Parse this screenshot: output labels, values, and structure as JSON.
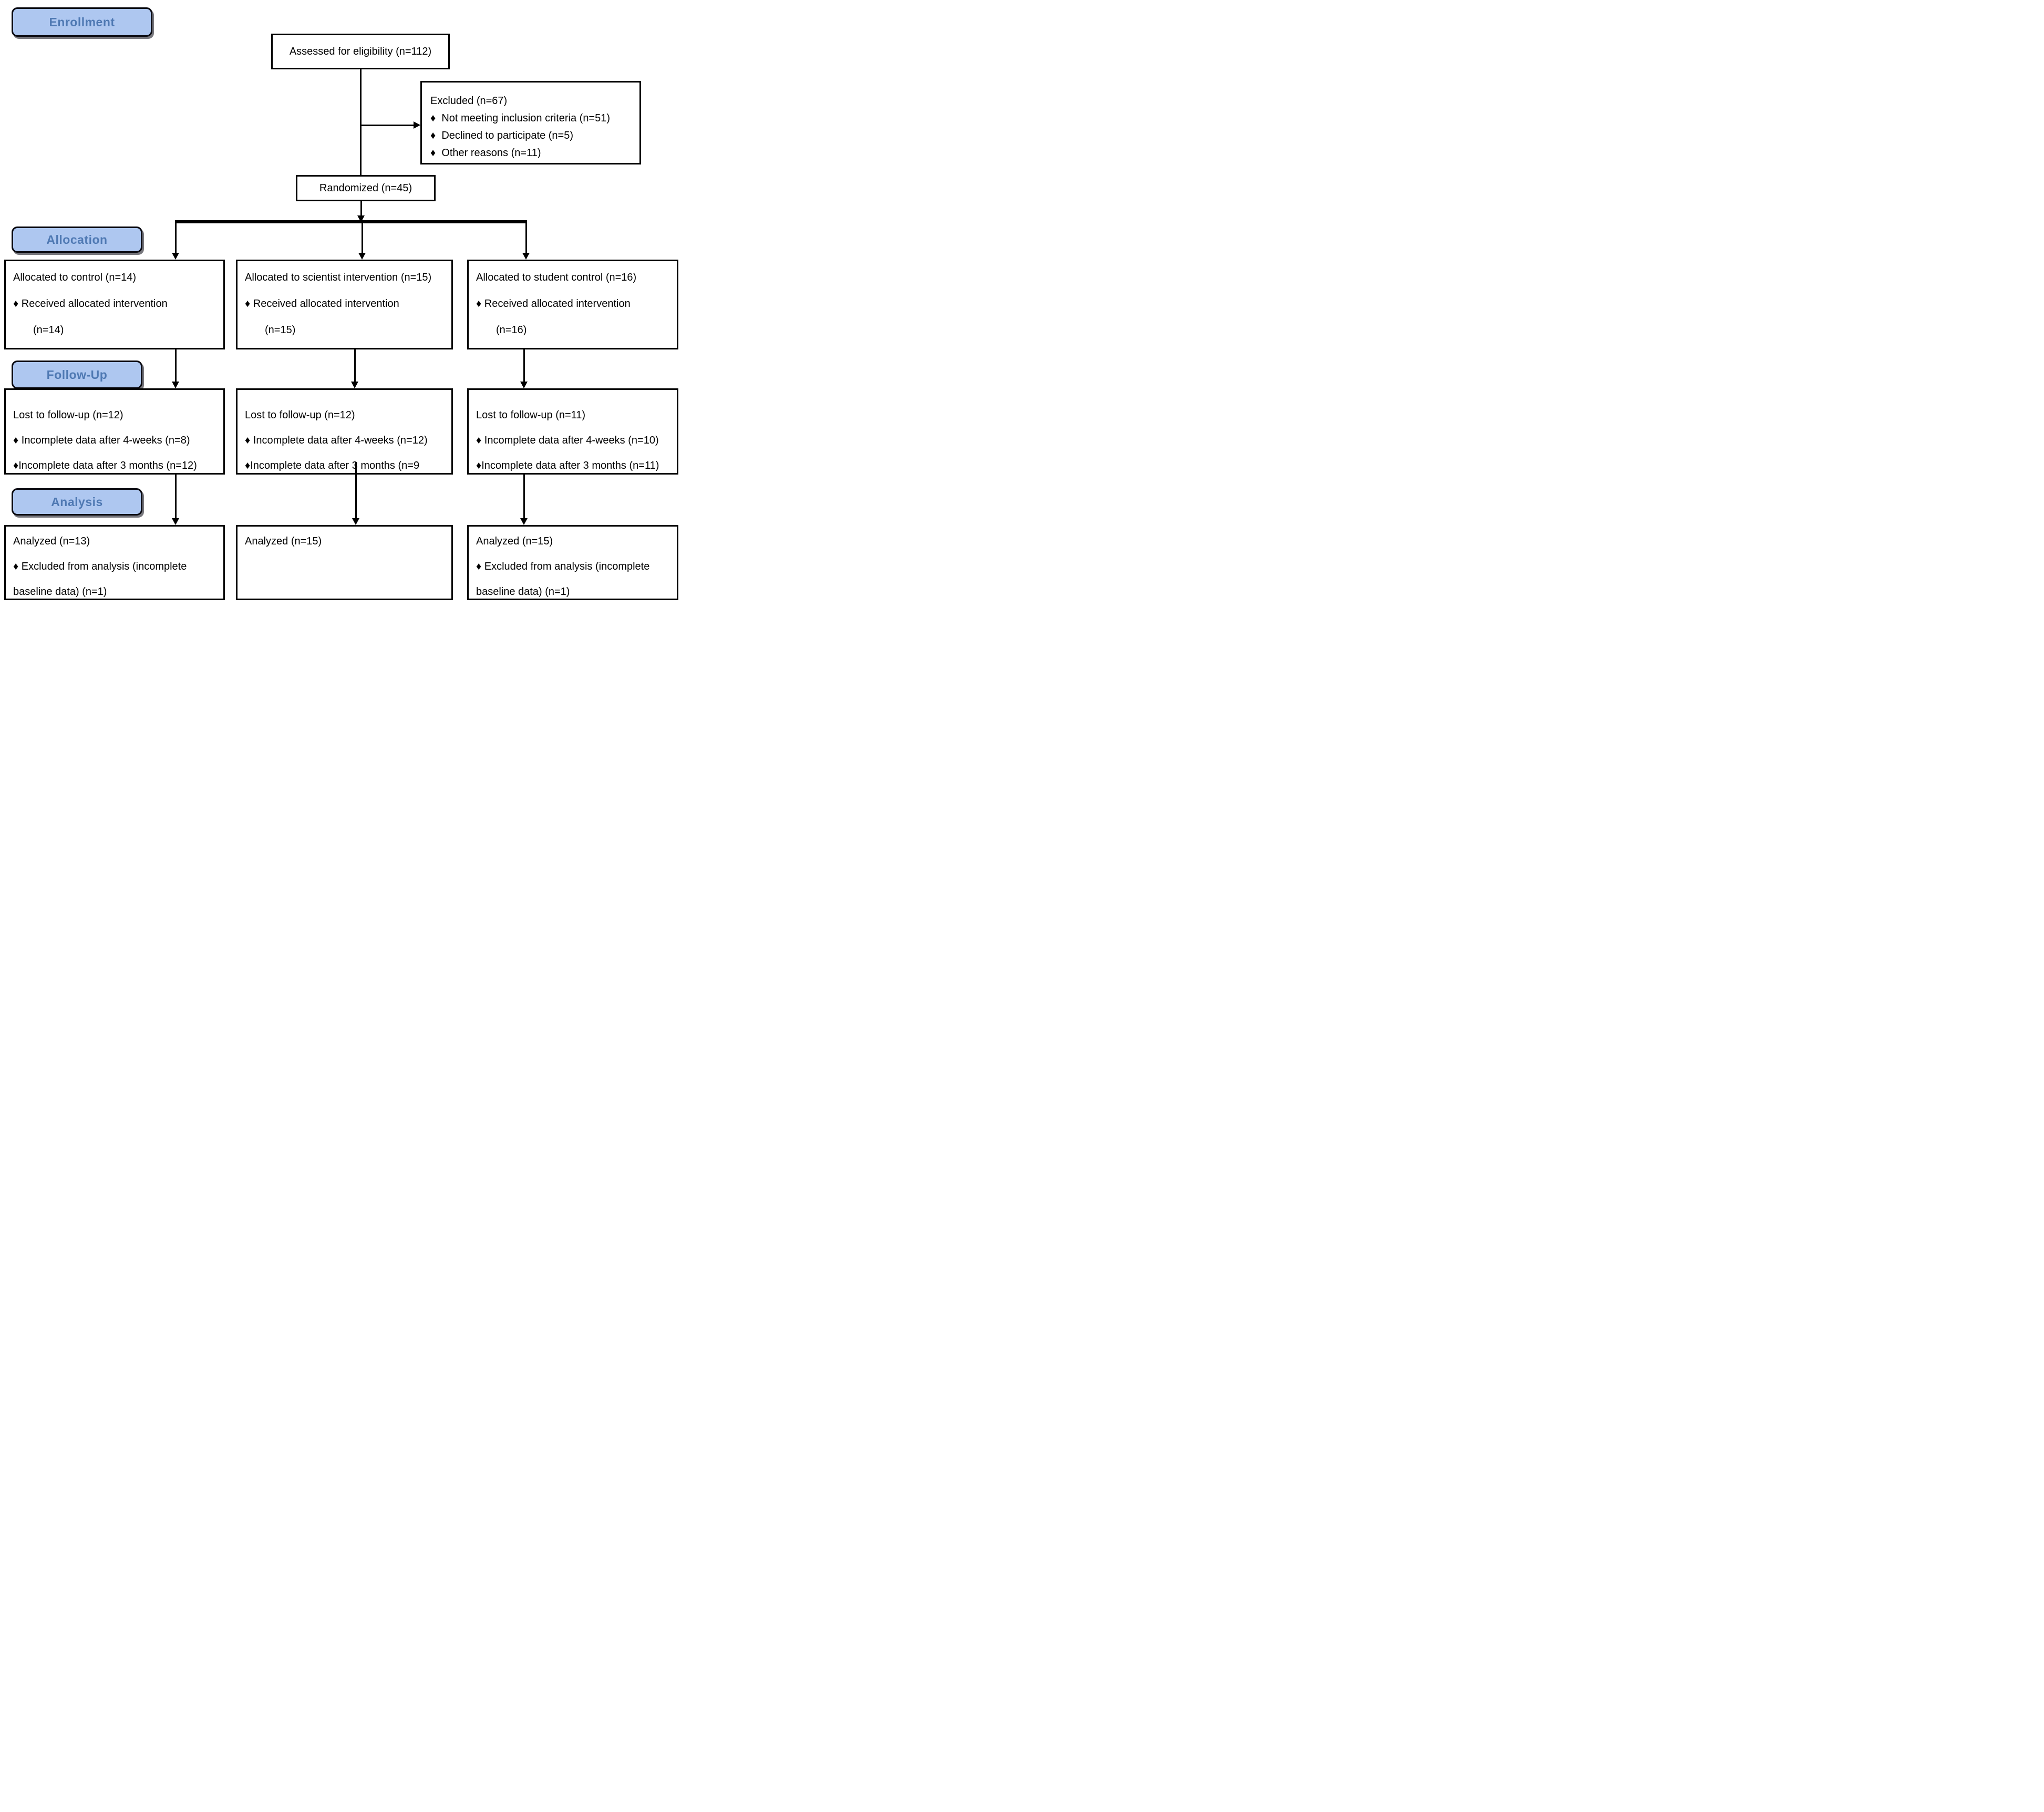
{
  "labels": {
    "enrollment": "Enrollment",
    "allocation": "Allocation",
    "followup": "Follow-Up",
    "analysis": "Analysis"
  },
  "enrollment": {
    "assessed": "Assessed for eligibility (n=112)",
    "excluded": {
      "title": "Excluded (n=67)",
      "items": [
        "♦  Not meeting inclusion criteria (n=51)",
        "♦  Declined to participate (n=5)",
        "♦  Other reasons (n=11)"
      ]
    },
    "randomized": "Randomized (n=45)"
  },
  "allocation": {
    "boxes": [
      {
        "group": "control",
        "lines": [
          "Allocated to control (n=14)",
          "♦ Received allocated intervention",
          "(n=14)"
        ]
      },
      {
        "group": "scientist-intervention",
        "lines": [
          "Allocated to scientist intervention (n=15)",
          "♦ Received allocated intervention",
          "(n=15)"
        ]
      },
      {
        "group": "student-control",
        "lines": [
          "Allocated to student control (n=16)",
          "♦ Received allocated intervention",
          "(n=16)"
        ]
      }
    ]
  },
  "followup": {
    "boxes": [
      {
        "group": "control",
        "lines": [
          "Lost to follow-up (n=12)",
          "♦ Incomplete data after 4-weeks (n=8)",
          "♦Incomplete data after 3 months (n=12)"
        ]
      },
      {
        "group": "scientist-intervention",
        "lines": [
          "Lost to follow-up (n=12)",
          "♦ Incomplete data after 4-weeks (n=12)",
          "♦Incomplete data after 3 months (n=9"
        ]
      },
      {
        "group": "student-control",
        "lines": [
          "Lost to follow-up (n=11)",
          "♦ Incomplete data after 4-weeks (n=10)",
          "♦Incomplete data after 3 months (n=11)"
        ]
      }
    ]
  },
  "analysis": {
    "boxes": [
      {
        "group": "control",
        "lines": [
          "Analyzed (n=13)",
          "♦ Excluded from analysis (incomplete",
          "baseline data) (n=1)"
        ]
      },
      {
        "group": "scientist-intervention",
        "lines": [
          "Analyzed (n=15)"
        ]
      },
      {
        "group": "student-control",
        "lines": [
          "Analyzed (n=15)",
          "♦ Excluded from analysis (incomplete",
          "baseline data) (n=1)"
        ]
      }
    ]
  },
  "colors": {
    "label_fill": "#aec7f0",
    "label_text": "#4f79b3",
    "line": "#000000",
    "background": "#ffffff"
  }
}
